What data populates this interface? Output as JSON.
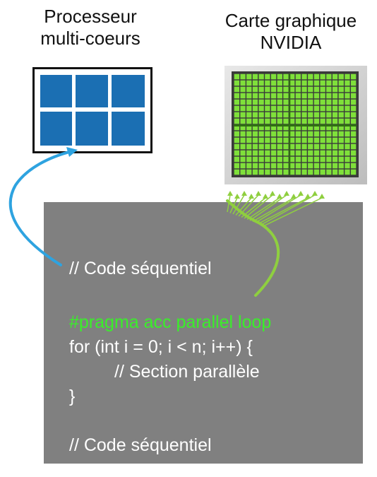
{
  "cpu": {
    "label_line1": "Processeur",
    "label_line2": "multi-coeurs",
    "core_color": "#1b6fb3",
    "border_color": "#111111"
  },
  "gpu": {
    "label_line1": "Carte graphique",
    "label_line2": "NVIDIA",
    "core_color": "#7fe03a",
    "core_dark_color": "#2f6f12"
  },
  "arrows": {
    "cpu_arrow_color": "#2ea3e0",
    "gpu_arrow_color": "#8fcf3f"
  },
  "code": {
    "panel_color": "#808080",
    "text_color": "#ffffff",
    "pragma_color": "#3aee2a",
    "line1": "// Code séquentiel",
    "pragma": "#pragma acc parallel loop",
    "loop_header": "for (int i = 0; i < n; i++) {",
    "loop_body": "// Section parallèle",
    "loop_close": "}",
    "line_last": "// Code séquentiel"
  }
}
